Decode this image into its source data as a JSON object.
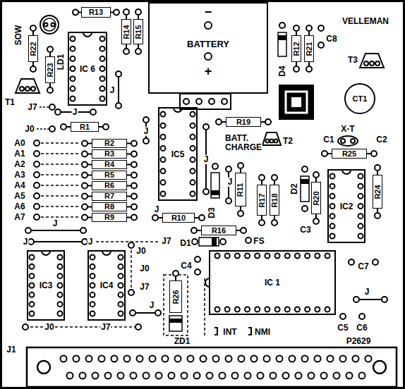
{
  "diagram": {
    "nodes": [
      {
        "text": [
          "R13"
        ]
      },
      {
        "text": [
          "R14"
        ]
      },
      {
        "text": [
          "R15"
        ]
      },
      {
        "text": [
          "−",
          "BATTERY",
          "+"
        ]
      },
      {
        "text": [
          "R22"
        ]
      },
      {
        "text": [
          "R23"
        ]
      },
      {
        "text": [
          "IC 6"
        ]
      },
      {
        "text": [
          "R12"
        ]
      },
      {
        "text": [
          "R21"
        ]
      },
      {
        "text": [
          "CT1"
        ]
      },
      {
        "text": [
          "R1"
        ]
      },
      {
        "text": [
          "R2"
        ]
      },
      {
        "text": [
          "R3"
        ]
      },
      {
        "text": [
          "R4"
        ]
      },
      {
        "text": [
          "R5"
        ]
      },
      {
        "text": [
          "R6"
        ]
      },
      {
        "text": [
          "R7"
        ]
      },
      {
        "text": [
          "R8"
        ]
      },
      {
        "text": [
          "R9"
        ]
      },
      {
        "text": [
          "IC5"
        ]
      },
      {
        "text": [
          "R19"
        ]
      },
      {
        "text": [
          "R25"
        ]
      },
      {
        "text": [
          "R11"
        ]
      },
      {
        "text": [
          "R17"
        ]
      },
      {
        "text": [
          "R18"
        ]
      },
      {
        "text": [
          "R20"
        ]
      },
      {
        "text": [
          "IC2"
        ]
      },
      {
        "text": [
          "R24"
        ]
      },
      {
        "text": [
          "R10"
        ]
      },
      {
        "text": [
          "R16"
        ]
      },
      {
        "text": [
          "IC3"
        ]
      },
      {
        "text": [
          "IC4"
        ]
      },
      {
        "text": [
          "IC 1"
        ]
      },
      {
        "text": [
          "R26"
        ]
      }
    ],
    "labels": [
      "VELLEMAN",
      "SOW",
      "LD1",
      "T1",
      "J7",
      "J0",
      "J",
      "J",
      "A0",
      "A1",
      "A2",
      "A3",
      "A4",
      "A5",
      "A6",
      "A7",
      "J",
      "D4",
      "C8",
      "T3",
      "BATT. CHARGE",
      "T2",
      "X-T",
      "C1",
      "C2",
      "J",
      "J",
      "D3",
      "D2",
      "J",
      "J",
      "C3",
      "J",
      "J",
      "J7",
      "D1",
      "FS",
      "J0",
      "C4",
      "C7",
      "J0",
      "J7",
      "J",
      "J",
      "J0",
      "J7",
      "C5",
      "C6",
      "INT",
      "NMI",
      "ZD1",
      "P2629",
      "J1"
    ]
  }
}
